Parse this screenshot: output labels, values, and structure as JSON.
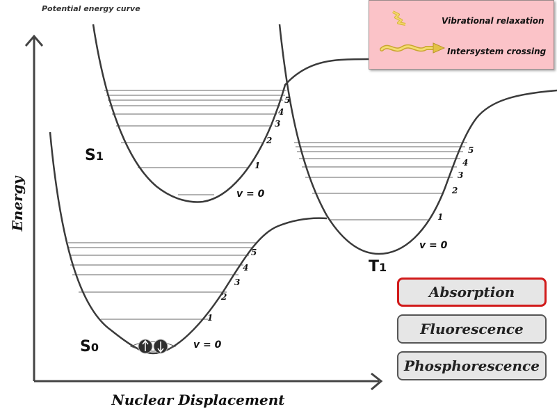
{
  "title": "Potential energy curve",
  "legend": {
    "vibrational_relaxation": "Vibrational relaxation",
    "intersystem_crossing": "Intersystem crossing"
  },
  "axes": {
    "y_label": "Energy",
    "x_label": "Nuclear Displacement"
  },
  "states": {
    "s0": {
      "label_main": "S",
      "label_sub": "0"
    },
    "s1": {
      "label_main": "S",
      "label_sub": "1"
    },
    "t1": {
      "label_main": "T",
      "label_sub": "1"
    }
  },
  "vibrational_levels": {
    "v0_label": "v = 0",
    "numbers": [
      "1",
      "2",
      "3",
      "4",
      "5"
    ]
  },
  "buttons": {
    "absorption": "Absorption",
    "fluorescence": "Fluorescence",
    "phosphorescence": "Phosphorescence"
  },
  "colors": {
    "legend_bg": "#fbc3c8",
    "arrow_gold": "#e6c84a",
    "selected_border": "#d11a1a",
    "curve": "#3a3a3a"
  }
}
